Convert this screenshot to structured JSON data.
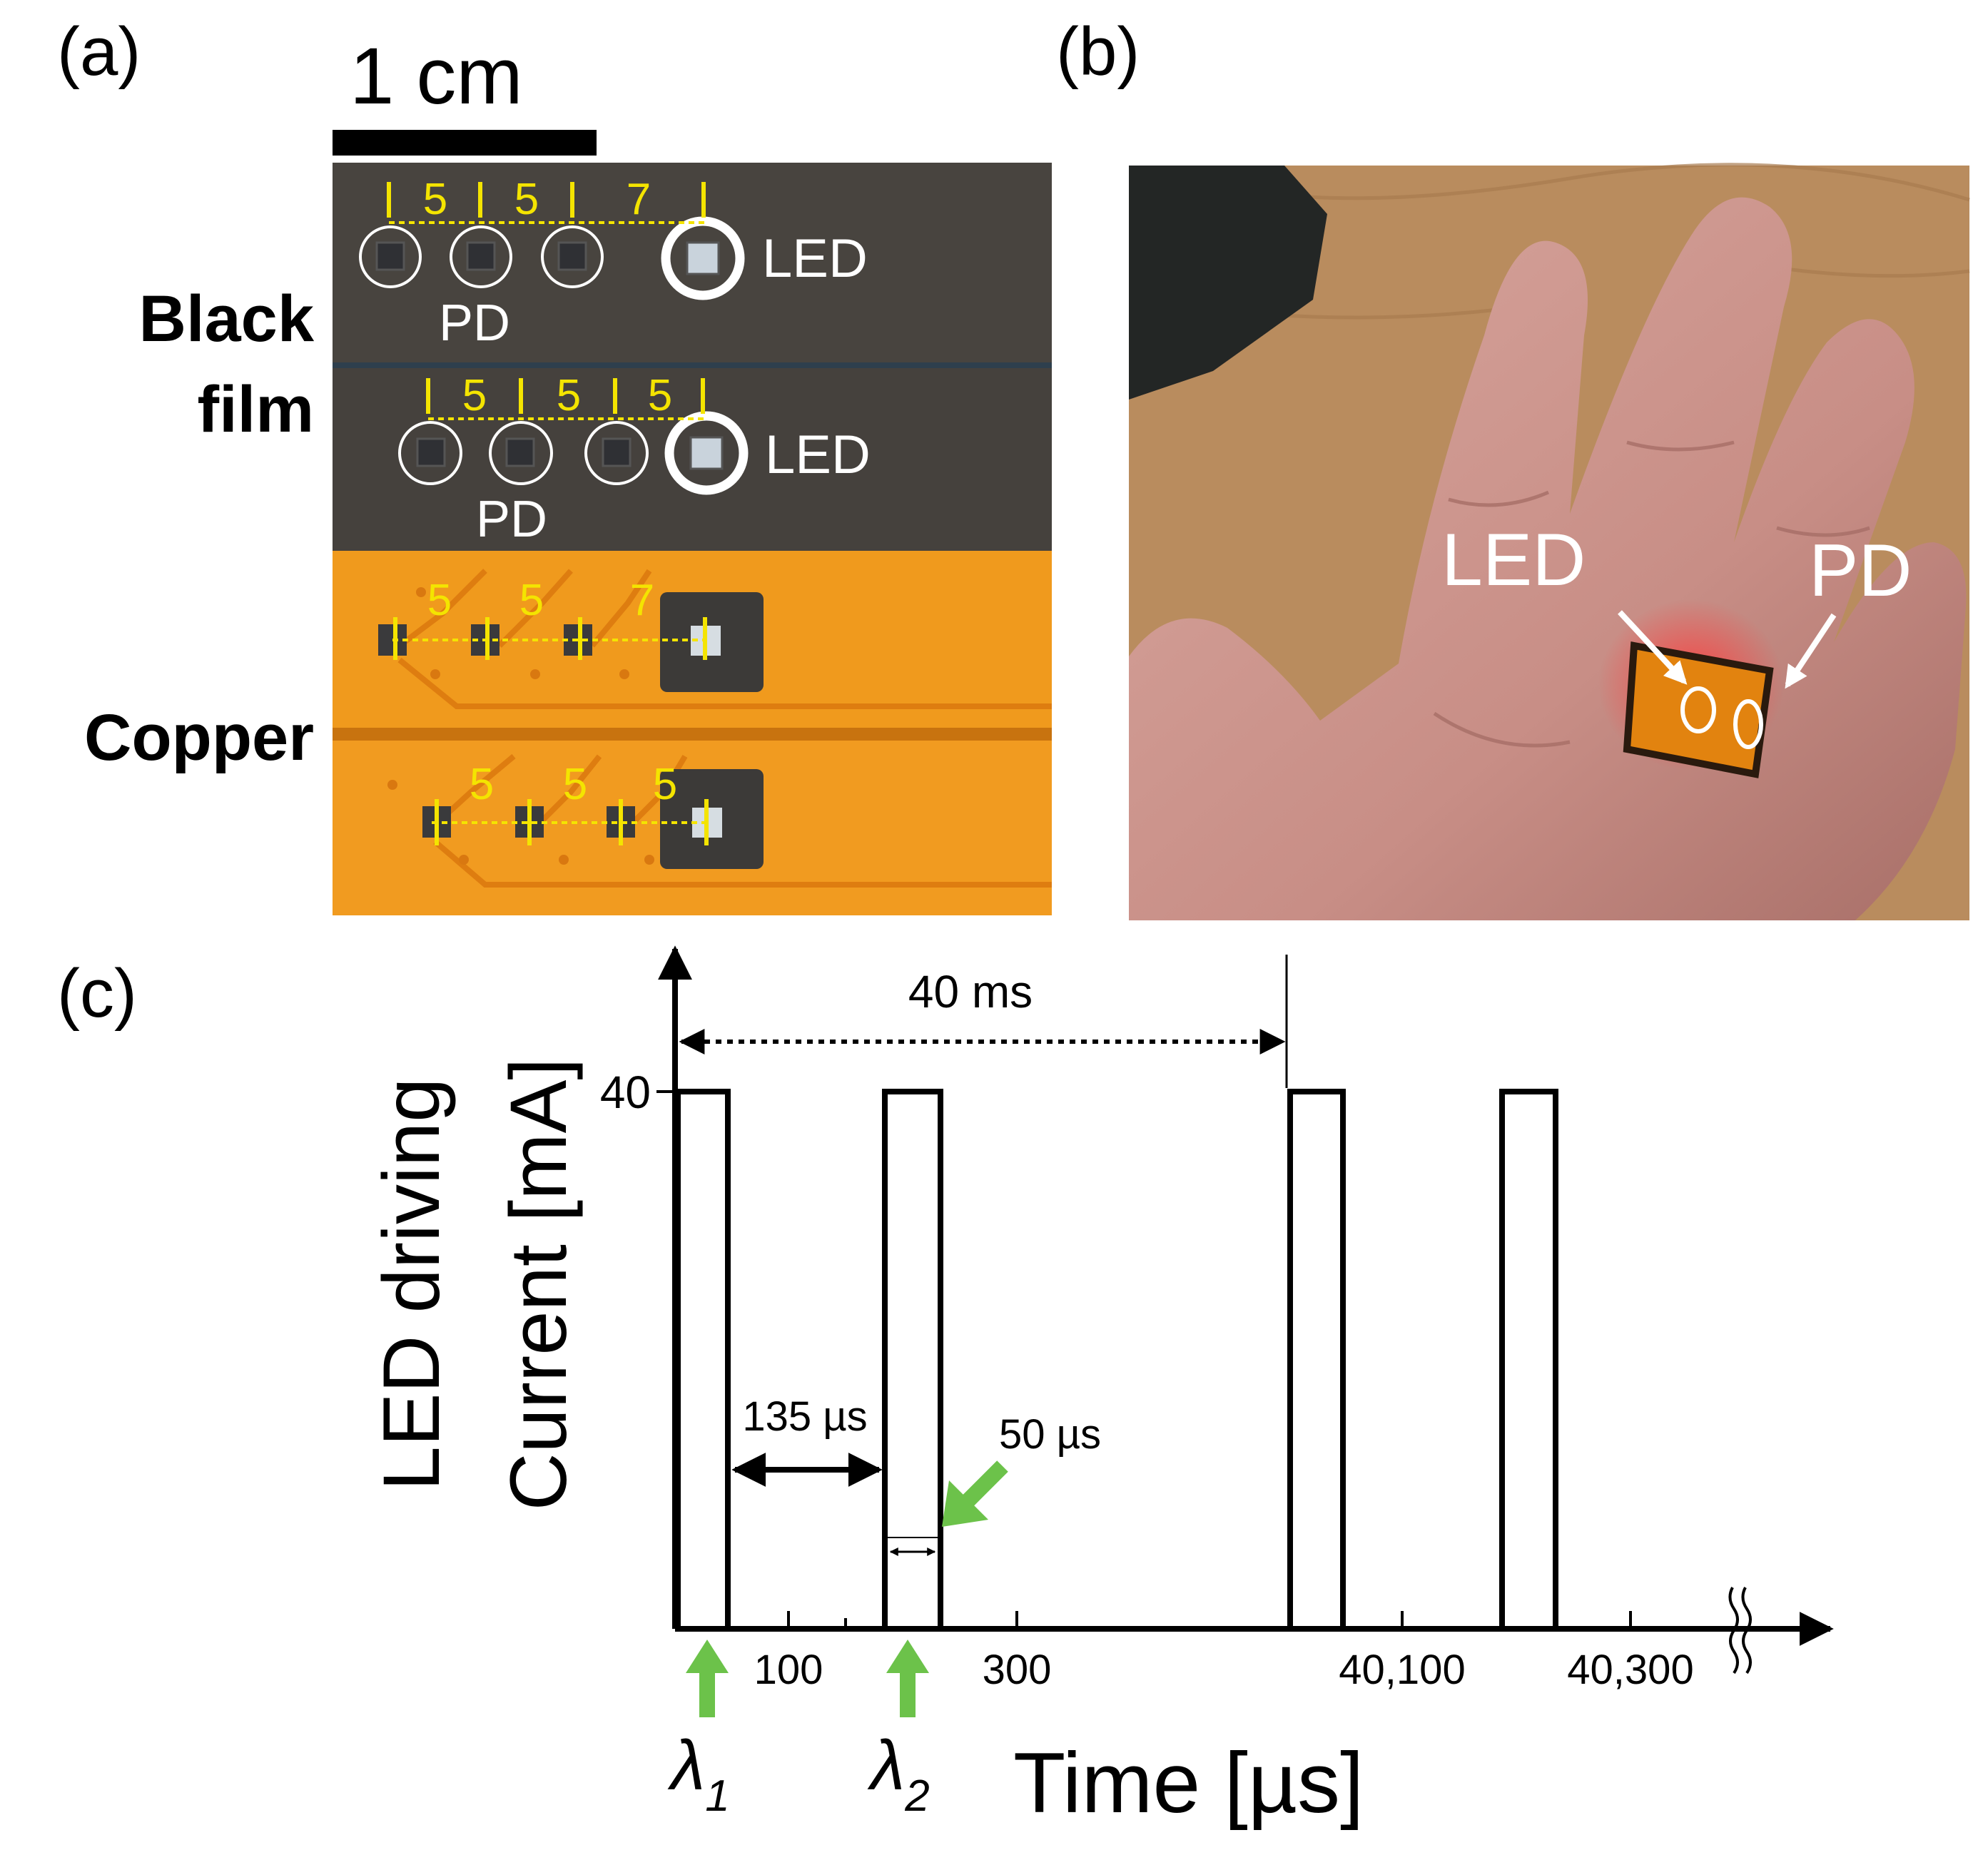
{
  "panel_labels": {
    "a": "(a)",
    "b": "(b)",
    "c": "(c)"
  },
  "panel_a": {
    "scale_bar_label": "1 cm",
    "row_labels": {
      "black_film_line1": "Black",
      "black_film_line2": "film",
      "copper": "Copper"
    },
    "strip1": {
      "spacings": [
        "5",
        "5",
        "7"
      ],
      "led_label": "LED",
      "pd_label": "PD"
    },
    "strip2": {
      "spacings": [
        "5",
        "5",
        "5"
      ],
      "led_label": "LED",
      "pd_label": "PD"
    },
    "strip3": {
      "spacings": [
        "5",
        "5",
        "7"
      ]
    },
    "strip4": {
      "spacings": [
        "5",
        "5",
        "5"
      ]
    }
  },
  "panel_b": {
    "led_label": "LED",
    "pd_label": "PD"
  },
  "chart_data": {
    "type": "line",
    "title": "",
    "xlabel": "Time [µs]",
    "ylabel_line1": "LED driving",
    "ylabel_line2": "Current [mA]",
    "y_tick": "40",
    "x_ticks": [
      "100",
      "300",
      "40,100",
      "40,300"
    ],
    "period_label": "40 ms",
    "gap_label": "135 µs",
    "width_label": "50 µs",
    "wavelength_labels": {
      "lambda1_base": "λ",
      "lambda1_sub": "1",
      "lambda2_base": "λ",
      "lambda2_sub": "2"
    },
    "pulses_us": [
      [
        0,
        50
      ],
      [
        185,
        235
      ],
      [
        40000,
        40050
      ],
      [
        40185,
        40235
      ]
    ],
    "current_mA": 40,
    "colors": {
      "arrow": "#6cc24a",
      "dim_line": "#f4e400",
      "film": "#45423f",
      "copper": "#f19a1c",
      "copper_dark": "#e2800f",
      "skin": "#c98f86"
    }
  }
}
